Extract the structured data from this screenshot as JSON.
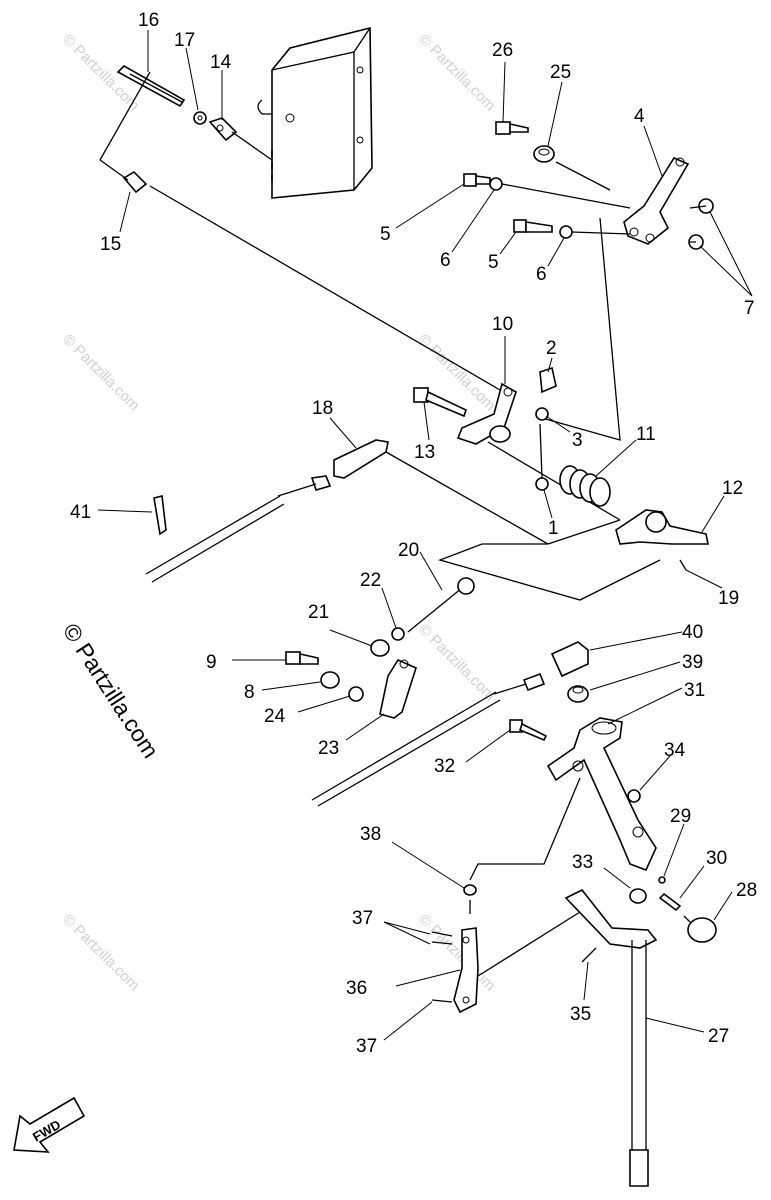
{
  "watermark": {
    "main": "© Partzilla.com",
    "small": "© Partzilla.com"
  },
  "fwd_label": "FWD",
  "callouts": {
    "p1": "1",
    "p2": "2",
    "p3": "3",
    "p4": "4",
    "p5a": "5",
    "p5b": "5",
    "p6a": "6",
    "p6b": "6",
    "p7": "7",
    "p8": "8",
    "p9": "9",
    "p10": "10",
    "p11": "11",
    "p12": "12",
    "p13": "13",
    "p14": "14",
    "p15": "15",
    "p16": "16",
    "p17": "17",
    "p18": "18",
    "p19": "19",
    "p20": "20",
    "p21": "21",
    "p22": "22",
    "p23": "23",
    "p24": "24",
    "p25": "25",
    "p26": "26",
    "p27": "27",
    "p28": "28",
    "p29": "29",
    "p30": "30",
    "p31": "31",
    "p32": "32",
    "p33": "33",
    "p34": "34",
    "p35": "35",
    "p36": "36",
    "p37a": "37",
    "p37b": "37",
    "p38": "38",
    "p39": "39",
    "p40": "40",
    "p41": "41"
  }
}
